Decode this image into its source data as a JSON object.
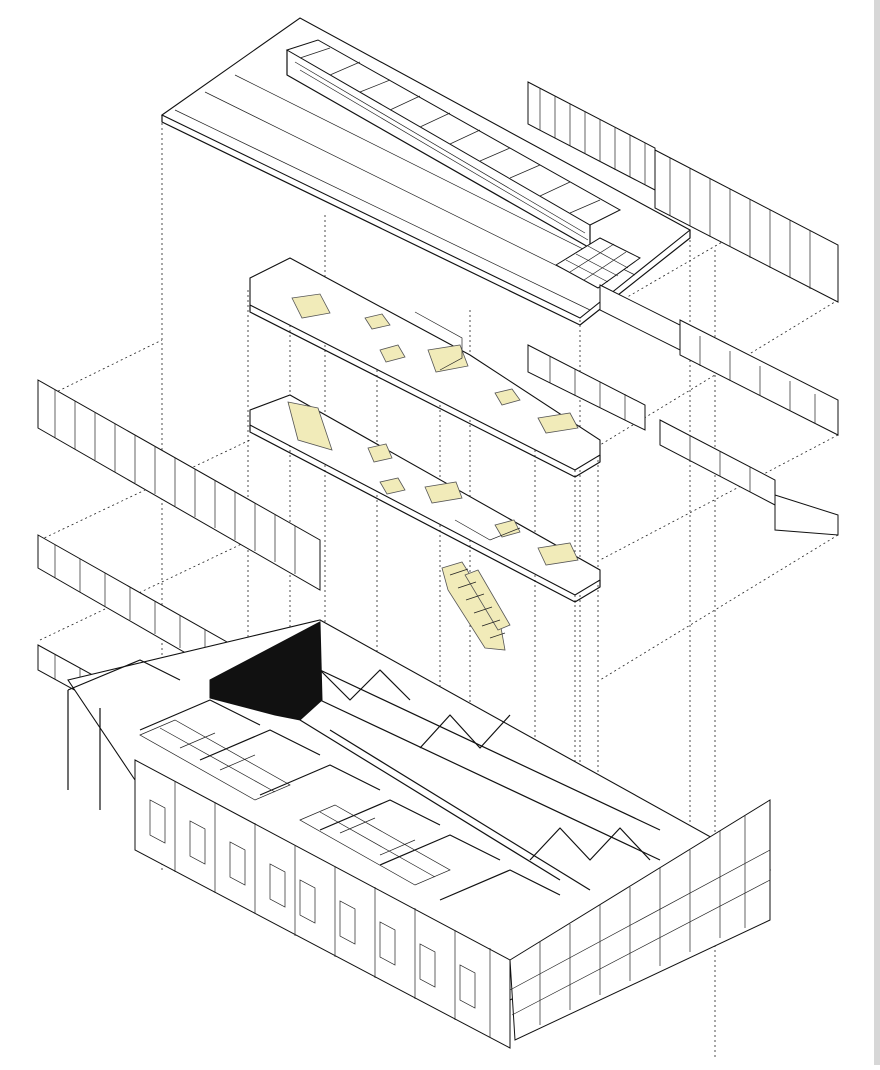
{
  "colors": {
    "line": "#111111",
    "highlight": "#f1ebb9",
    "background": "#ffffff",
    "dark_wall": "#111111"
  },
  "layers": [
    "roof",
    "facade-walls",
    "upper-floor-slab",
    "lower-floor-slab",
    "stair",
    "ground-structure"
  ]
}
